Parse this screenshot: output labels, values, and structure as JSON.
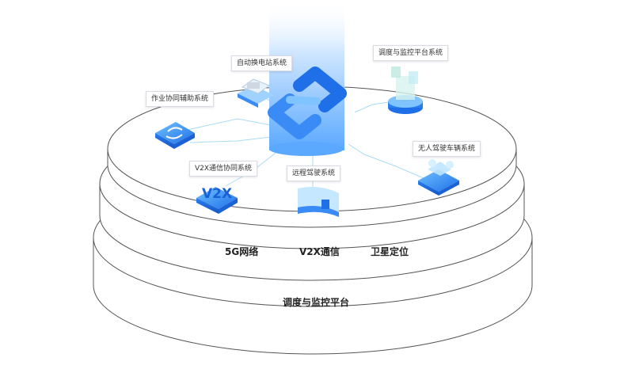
{
  "diagram": {
    "center_logo": "chain-link-logo",
    "modules": [
      {
        "id": "work",
        "label": "作业协同辅助系统",
        "icon": "sync-arrows-icon"
      },
      {
        "id": "swap",
        "label": "自动换电站系统",
        "icon": "battery-station-icon"
      },
      {
        "id": "dispatch",
        "label": "调度与监控平台系统",
        "icon": "monitor-tower-icon"
      },
      {
        "id": "v2xsys",
        "label": "V2X通信协同系统",
        "icon": "v2x-block-icon",
        "icon_text": "V2X"
      },
      {
        "id": "remote",
        "label": "远程驾驶系统",
        "icon": "curved-screen-icon"
      },
      {
        "id": "auto",
        "label": "无人驾驶车辆系统",
        "icon": "drone-vehicle-icon"
      }
    ],
    "middle_layer": [
      "5G网络",
      "V2X通信",
      "卫星定位"
    ],
    "base_layer": "调度与监控平台",
    "colors": {
      "accent": "#1e6fe8",
      "light": "#7fc3ff",
      "line": "#9fd6f5",
      "outline": "#555555"
    }
  }
}
